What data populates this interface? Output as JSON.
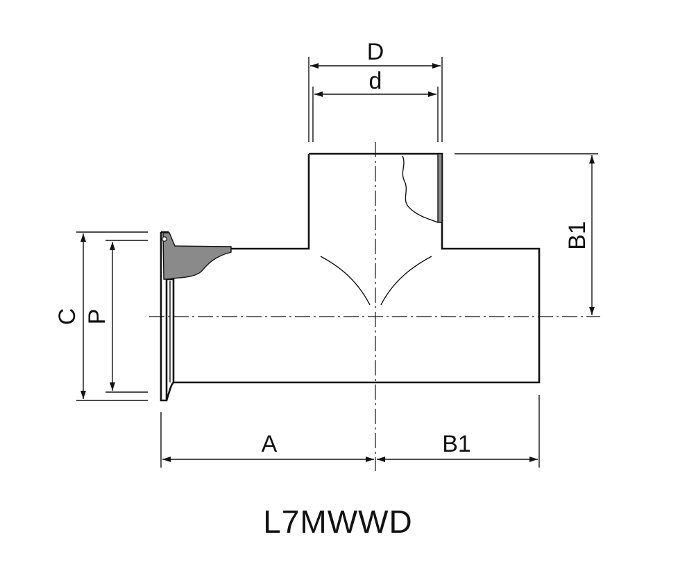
{
  "dimensions": {
    "outer_diameter": "D",
    "inner_diameter": "d",
    "branch_length": "B1",
    "run_length_right": "B1",
    "run_length_left": "A",
    "clamp_diameter": "C",
    "clamp_pitch": "P"
  },
  "caption": "L7MWWD",
  "colors": {
    "line": "#111111",
    "hatch": "#8a8a8a",
    "background": "#ffffff"
  }
}
